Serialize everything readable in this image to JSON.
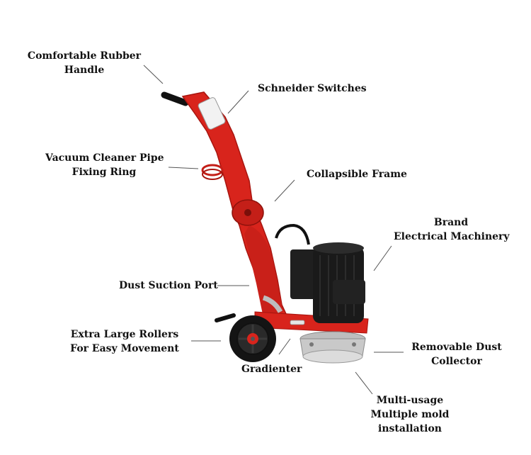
{
  "labels": {
    "handle": [
      "Comfortable Rubber",
      "Handle"
    ],
    "switches": "Schneider Switches",
    "vacuum_ring": [
      "Vacuum Cleaner Pipe",
      "Fixing Ring"
    ],
    "frame": "Collapsible Frame",
    "motor": [
      "Brand",
      "Electrical  Machinery"
    ],
    "dust_port": "Dust Suction Port",
    "rollers": [
      "Extra Large Rollers",
      "For Easy Movement"
    ],
    "gradienter": "Gradienter",
    "dust_collector": [
      "Removable Dust",
      "Collector"
    ],
    "mold": [
      "Multi-usage",
      "Multiple mold",
      "installation"
    ]
  },
  "colors": {
    "frame_red": "#d8241c",
    "frame_dark_red": "#a8150f",
    "motor_black": "#1a1a1a",
    "silver": "#c9c9c9",
    "leader_line": "#555555"
  }
}
